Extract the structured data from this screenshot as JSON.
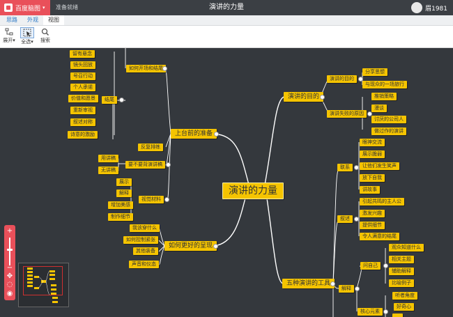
{
  "app": {
    "brand": "百度脑图",
    "status": "准备就绪",
    "title": "演讲的力量",
    "user": "眉1981"
  },
  "tabs": [
    "思路",
    "外观",
    "视图"
  ],
  "toolbar": {
    "expand": "展开",
    "select_all": "全选",
    "search": "搜索"
  },
  "mindmap": {
    "root": "演讲的力量",
    "b1": "上台前的准备",
    "b1_1": "如何开场和结尾",
    "b1_1_1": "结尾",
    "b1_leaves_top": [
      "留有悬念"
    ],
    "b1_leaves": [
      "镜头回放",
      "号召行动",
      "个人承诺",
      "价值和愿景",
      "重新审视",
      "叙述对称",
      "诗意的激励"
    ],
    "b1_2": "反复排练",
    "b1_3": "要不要背演讲稿",
    "b1_3_leaves": [
      "用讲稿",
      "无讲稿"
    ],
    "b1_4": "视觉材料",
    "b1_4_leaves": [
      "展示",
      "解释",
      "增加美感",
      "制作细节"
    ],
    "b2": "如何更好的呈现",
    "b2_leaves": [
      "我该穿什么",
      "如何控制紧张",
      "其他装备",
      "声音和仪态"
    ],
    "b3": "演讲的目的",
    "b3_1": "演讲的目的",
    "b3_1_leaves": [
      "分享思想",
      "与现众的一场旅行"
    ],
    "b3_2": "演讲失败的原因",
    "b3_2_leaves": [
      "推销策略",
      "漫谈",
      "讨厌的公司人",
      "做过作的演讲"
    ],
    "b4": "五种演讲的工具",
    "b4_1": "联系",
    "b4_1_leaves": [
      "眼神交流",
      "展示脆弱",
      "让他们发生笑声",
      "放下自我",
      "讲故事"
    ],
    "b4_2": "叙述",
    "b4_2_leaves": [
      "引起共鸣的主人公",
      "激发兴趣",
      "提供细节",
      "令人满意的结尾"
    ],
    "b4_3": "解释",
    "b4_3_1": "问自己",
    "b4_3_1_leaves": [
      "观众知道什么",
      "相关主题",
      "辅助解释",
      "比喻例子"
    ],
    "b4_3_2": "核心元素",
    "b4_3_2_leaves": [
      "听者角度",
      "好奇心",
      "..."
    ]
  },
  "zoom": {
    "in": "+",
    "out": "−"
  }
}
